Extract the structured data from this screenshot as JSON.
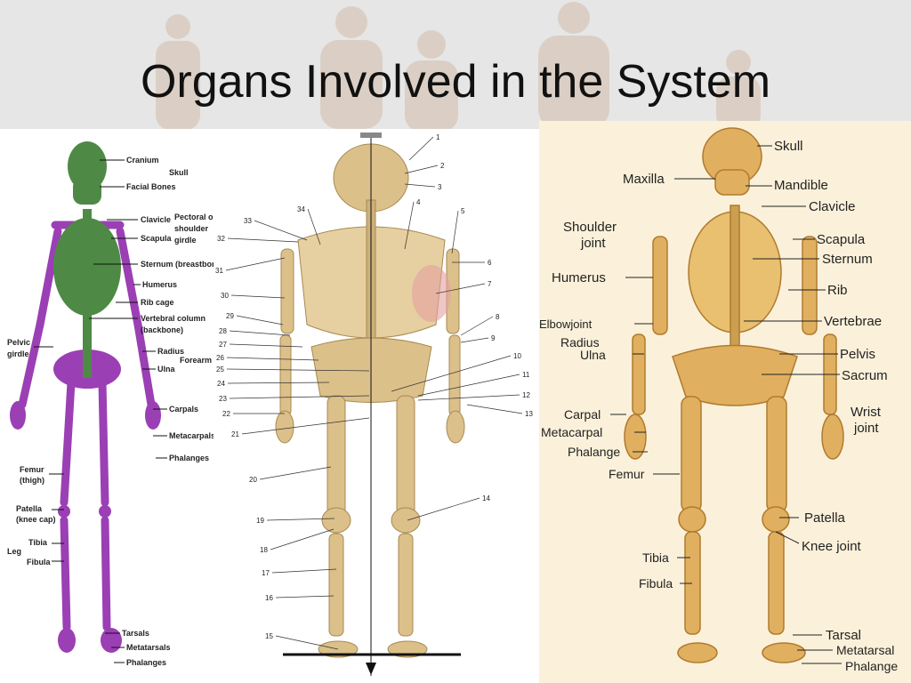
{
  "slide": {
    "title": "Organs Involved in the System"
  },
  "diagram1": {
    "labels": {
      "cranium": "Cranium",
      "facial": "Facial Bones",
      "skull": "Skull",
      "clavicle": "Clavicle",
      "scapula": "Scapula",
      "pectoral": "Pectoral or",
      "shoulder": "shoulder",
      "girdle": "girdle",
      "sternum": "Sternum (breastbone)",
      "humerus": "Humerus",
      "ribcage": "Rib cage",
      "vertebral": "Vertebral column",
      "backbone": "(backbone)",
      "pelvic": "Pelvic",
      "pelvic_girdle": "girdle",
      "radius": "Radius",
      "ulna": "Ulna",
      "forearm": "Forearm",
      "carpals": "Carpals",
      "metacarpals": "Metacarpals",
      "phalanges_hand": "Phalanges",
      "femur": "Femur",
      "thigh": "(thigh)",
      "patella": "Patella",
      "kneecap": "(knee cap)",
      "leg": "Leg",
      "tibia": "Tibia",
      "fibula": "Fibula",
      "tarsals": "Tarsals",
      "metatarsals": "Metatarsals",
      "phalanges_foot": "Phalanges"
    }
  },
  "diagram2": {
    "numbers": [
      "1",
      "2",
      "3",
      "4",
      "5",
      "6",
      "7",
      "8",
      "9",
      "10",
      "11",
      "12",
      "13",
      "14",
      "15",
      "16",
      "17",
      "18",
      "19",
      "20",
      "21",
      "22",
      "23",
      "24",
      "25",
      "26",
      "27",
      "28",
      "29",
      "30",
      "31",
      "32",
      "33",
      "34"
    ]
  },
  "diagram3": {
    "labels": {
      "skull": "Skull",
      "maxilla": "Maxilla",
      "mandible": "Mandible",
      "clavicle": "Clavicle",
      "shoulder1": "Shoulder",
      "shoulder2": "joint",
      "scapula": "Scapula",
      "sternum": "Sternum",
      "humerus": "Humerus",
      "rib": "Rib",
      "elbow": "Elbowjoint",
      "vertebrae": "Vertebrae",
      "radius": "Radius",
      "ulna": "Ulna",
      "pelvis": "Pelvis",
      "sacrum": "Sacrum",
      "carpal": "Carpal",
      "wrist1": "Wrist",
      "wrist2": "joint",
      "metacarpal": "Metacarpal",
      "phalange": "Phalange",
      "femur": "Femur",
      "patella": "Patella",
      "knee": "Knee joint",
      "tibia": "Tibia",
      "fibula": "Fibula",
      "tarsal": "Tarsal",
      "metatarsal": "Metatarsal",
      "phalange_foot": "Phalange"
    }
  }
}
